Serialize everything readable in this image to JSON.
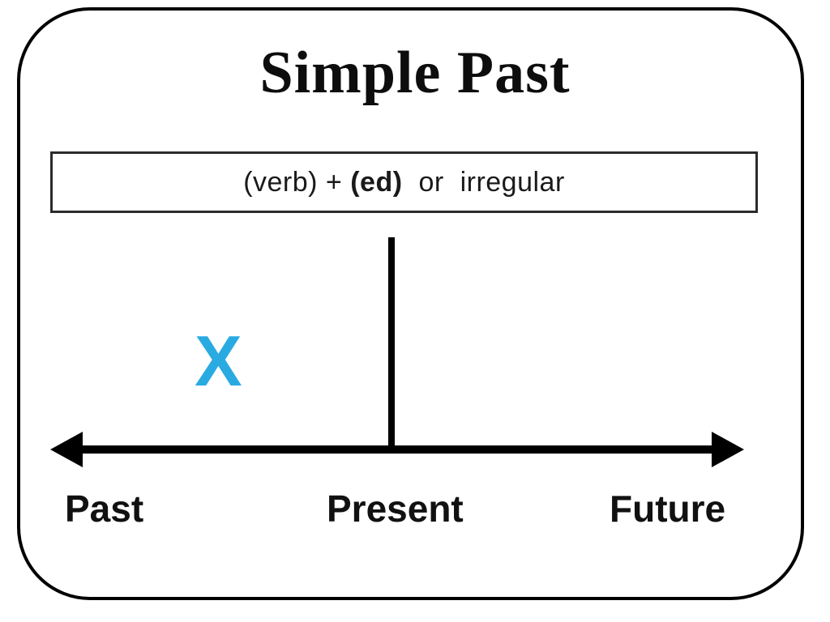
{
  "diagram": {
    "title": "Simple Past",
    "formula": {
      "part1": "(verb) + ",
      "part2": "(ed)",
      "part3": "  or  irregular"
    },
    "timeline": {
      "marker": "X",
      "labels": [
        "Past",
        "Present",
        "Future"
      ]
    },
    "colors": {
      "marker": "#29ABE2",
      "line": "#000000",
      "frame_border": "#000000"
    }
  }
}
